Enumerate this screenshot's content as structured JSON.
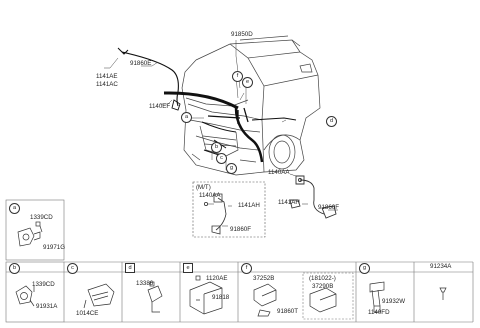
{
  "main_labels": {
    "p_91850d": "91850D",
    "p_91860e": "91860E",
    "p_1141ae": "1141AE",
    "p_1141ac": "1141AC",
    "p_1140ef": "1140EF",
    "p_1140aa": "1140AA",
    "p_1141ah": "1141AH",
    "p_91860f": "91860F"
  },
  "callouts": {
    "a": "a",
    "b": "b",
    "c": "c",
    "d": "d",
    "e": "e",
    "f": "f",
    "g": "g"
  },
  "mt_box": {
    "title": "(M/T)",
    "p_1140aa": "1140AA",
    "p_1141ah": "1141AH",
    "p_91860f": "91860F"
  },
  "panel_a": {
    "key": "a",
    "p1": "1339CD",
    "p2": "91971G"
  },
  "panel_b": {
    "key": "b",
    "p1": "1339CD",
    "p2": "91931A"
  },
  "panel_c": {
    "key": "c",
    "p1": "1014CE"
  },
  "panel_d": {
    "key": "d",
    "p1": "13386"
  },
  "panel_e": {
    "key": "e",
    "p1": "1120AE",
    "p2": "91818"
  },
  "panel_f": {
    "key": "f",
    "p1": "37252B",
    "p2": "(181022-)",
    "p3": "37290B",
    "p4": "91860T"
  },
  "panel_g": {
    "key": "g",
    "p1": "91932W",
    "p2": "1140FD"
  },
  "panel_h": {
    "p1": "91234A"
  }
}
